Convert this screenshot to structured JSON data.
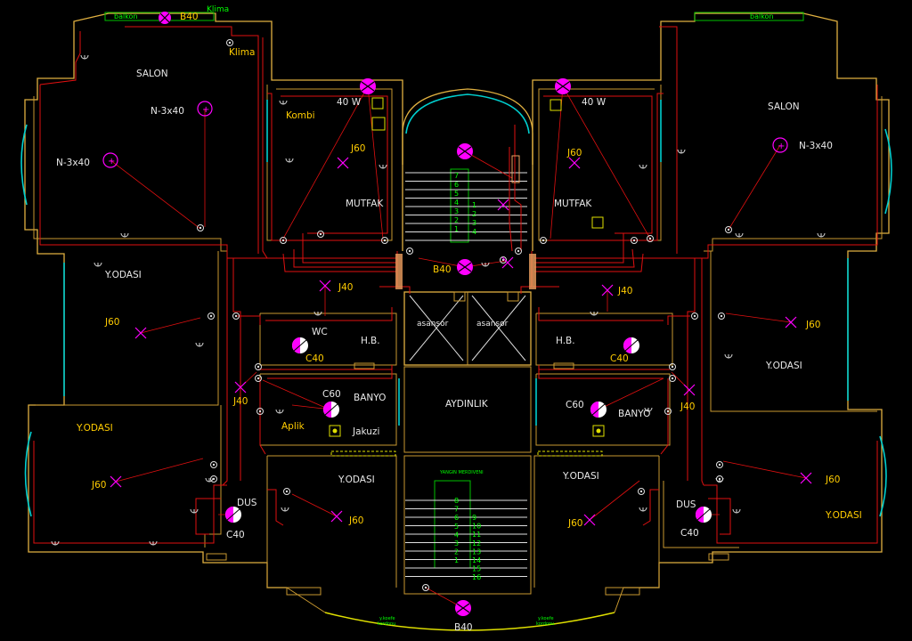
{
  "labels": {
    "balkon_left": "balkon",
    "balkon_right": "balkon",
    "b40_top": "B40",
    "klima_top": "Klima",
    "klima": "Klima",
    "salon_left": "SALON",
    "salon_right": "SALON",
    "n3x40_left_a": "N-3x40",
    "n3x40_left_b": "N-3x40",
    "n3x40_right": "N-3x40",
    "kombi": "Kombi",
    "w40_left": "40 W",
    "w40_right": "40 W",
    "j60_mutfak_left": "J60",
    "j60_mutfak_right": "J60",
    "mutfak_left": "MUTFAK",
    "mutfak_right": "MUTFAK",
    "b40_mid": "B40",
    "yodasi_left_top": "Y.ODASI",
    "j60_left_top": "J60",
    "j40_left_a": "J40",
    "j40_right_a": "J40",
    "wc": "WC",
    "hb_left": "H.B.",
    "hb_right": "H.B.",
    "c40_left_wc": "C40",
    "c40_right_wc": "C40",
    "j60_right_top": "J60",
    "yodasi_right_top": "Y.ODASI",
    "asansor_left": "asansor",
    "asansor_right": "asansor",
    "c60_left": "C60",
    "banyo_left": "BANYO",
    "aydinlik": "AYDINLIK",
    "c60_right": "C60",
    "banyo_right": "BANYO",
    "j40_left_b": "J40",
    "j40_right_b": "J40",
    "aplik": "Aplik",
    "jakuzi": "Jakuzi",
    "yodasi_left_bottom": "Y.ODASI",
    "j60_left_bottom": "J60",
    "yodasi_center_left": "Y.ODASI",
    "j60_center_left": "J60",
    "yangin": "YANGIN MERDIVENI",
    "yodasi_center_right": "Y.ODASI",
    "j60_center_right": "J60",
    "j60_right_bottom": "J60",
    "yodasi_right_bottom": "Y.ODASI",
    "dus_left": "DUS",
    "c40_left_dus": "C40",
    "dus_right": "DUS",
    "c40_right_dus": "C40",
    "b40_bottom": "B40",
    "ykoefe_left": "y.koefe",
    "ykoefe_left2": "kordonu",
    "ykoefe_right": "y.koefe",
    "ykoefe_right2": "kordonu"
  },
  "stairs_upper": {
    "left": [
      "7",
      "6",
      "5",
      "4",
      "3",
      "2",
      "1"
    ],
    "right": [
      "1",
      "2",
      "3",
      "4"
    ]
  },
  "stairs_lower": {
    "left": [
      "8",
      "7",
      "6",
      "5",
      "4",
      "3",
      "2",
      "1"
    ],
    "right": [
      "9",
      "10",
      "11",
      "12",
      "13",
      "14",
      "15",
      "16"
    ]
  },
  "colors": {
    "walls": "#e0b040",
    "windows": "#00cfcf",
    "wiring": "#e01010",
    "fixtures": "#ff00ff",
    "text": "#ffcc00",
    "stairs": "#00ff00"
  }
}
